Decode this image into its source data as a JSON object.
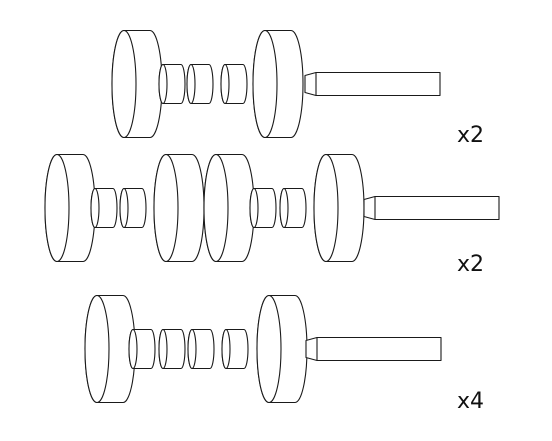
{
  "assemblies": [
    {
      "quantity_label": "x2"
    },
    {
      "quantity_label": "x2"
    },
    {
      "quantity_label": "x4"
    }
  ]
}
